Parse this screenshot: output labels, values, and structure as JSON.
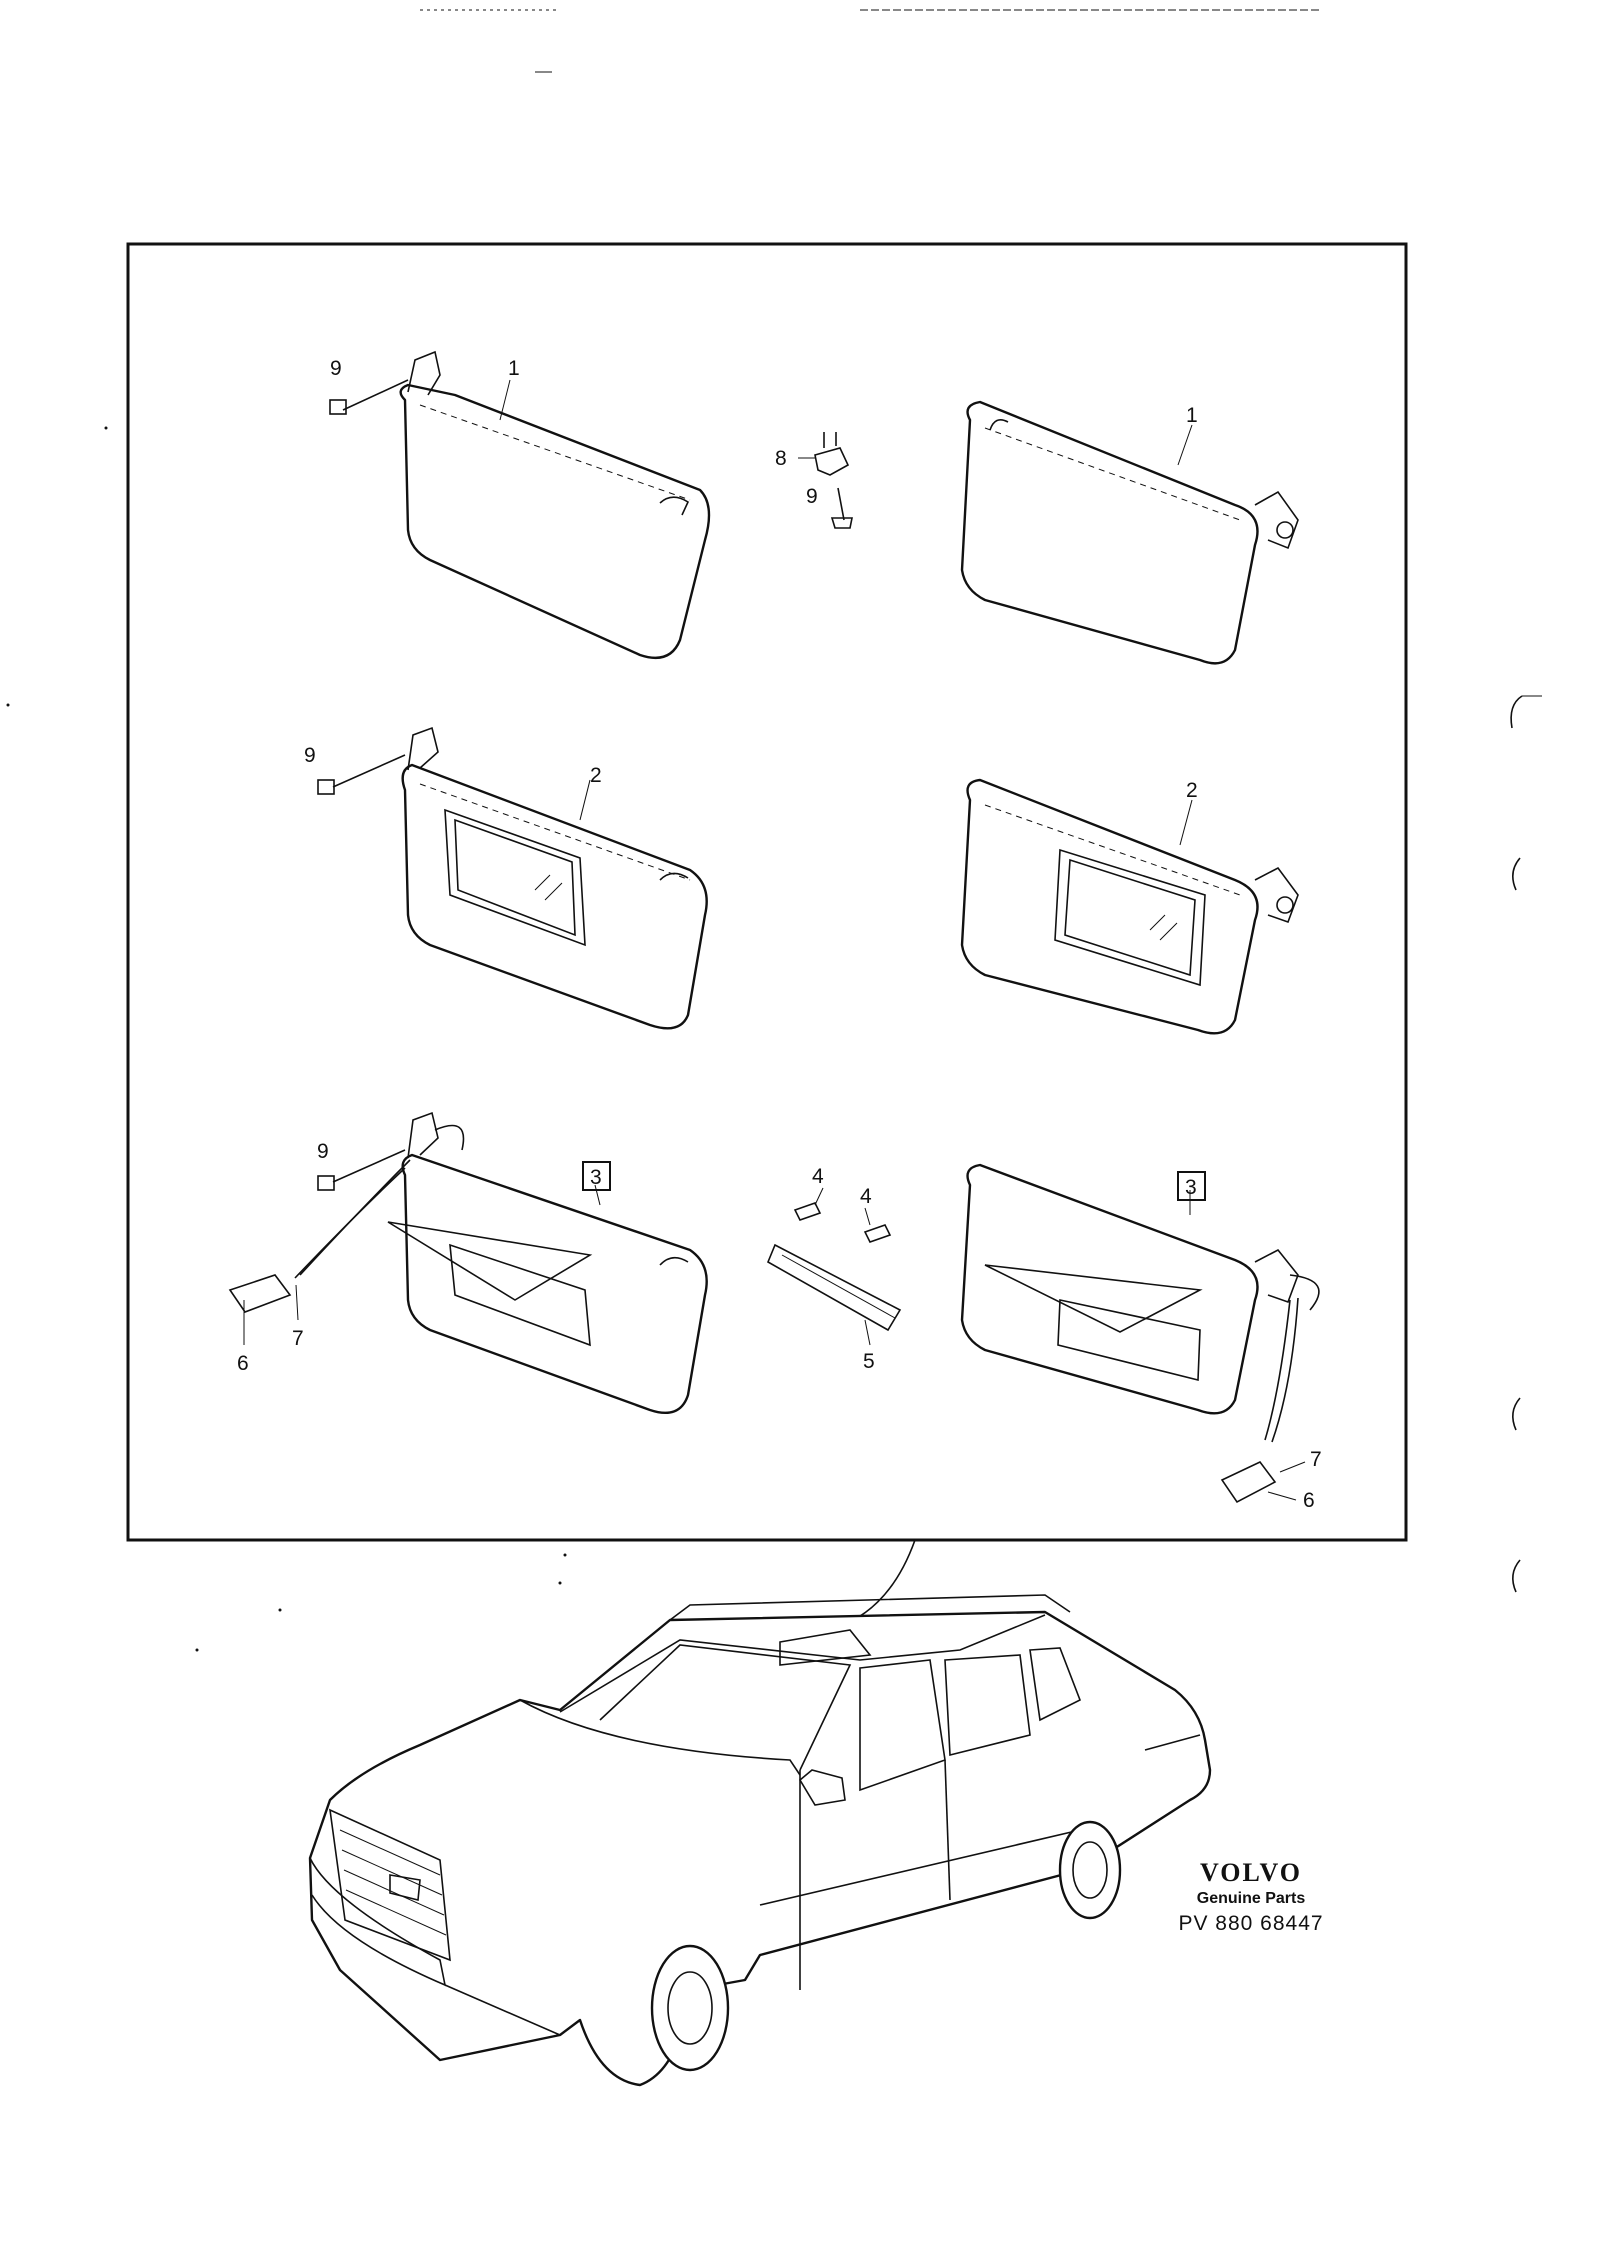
{
  "callouts": {
    "c1_left": "1",
    "c1_right": "1",
    "c2_left": "2",
    "c2_right": "2",
    "c3_left": "3",
    "c3_right": "3",
    "c4_a": "4",
    "c4_b": "4",
    "c5": "5",
    "c6_left": "6",
    "c6_right": "6",
    "c7_left": "7",
    "c7_right": "7",
    "c8": "8",
    "c9_a": "9",
    "c9_b": "9",
    "c9_c": "9",
    "c9_d": "9"
  },
  "footer": {
    "brand": "VOLVO",
    "subtitle": "Genuine Parts",
    "part_number": "PV 880 68447"
  }
}
